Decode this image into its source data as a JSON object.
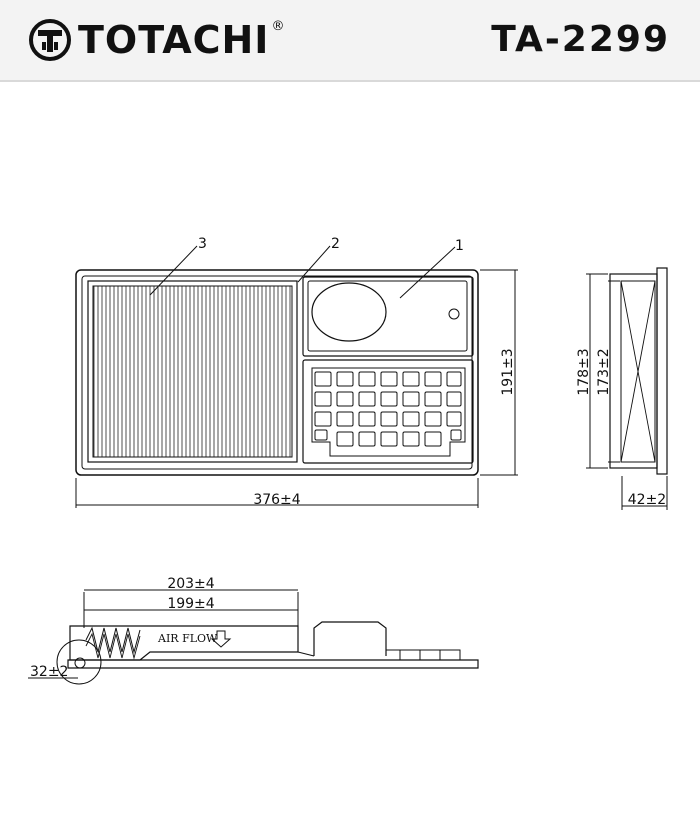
{
  "brand": {
    "name": "TOTACHI",
    "registered_mark": "®"
  },
  "part_number": "TA-2299",
  "callouts": {
    "c1": "1",
    "c2": "2",
    "c3": "3"
  },
  "dimensions": {
    "length": "376±4",
    "width": "191±3",
    "side_outer": "178±3",
    "side_inner": "173±2",
    "height": "42±2",
    "section_outer": "203±4",
    "section_inner": "199±4",
    "seal": "32±2"
  },
  "labels": {
    "air_flow": "AIR FLOW"
  }
}
